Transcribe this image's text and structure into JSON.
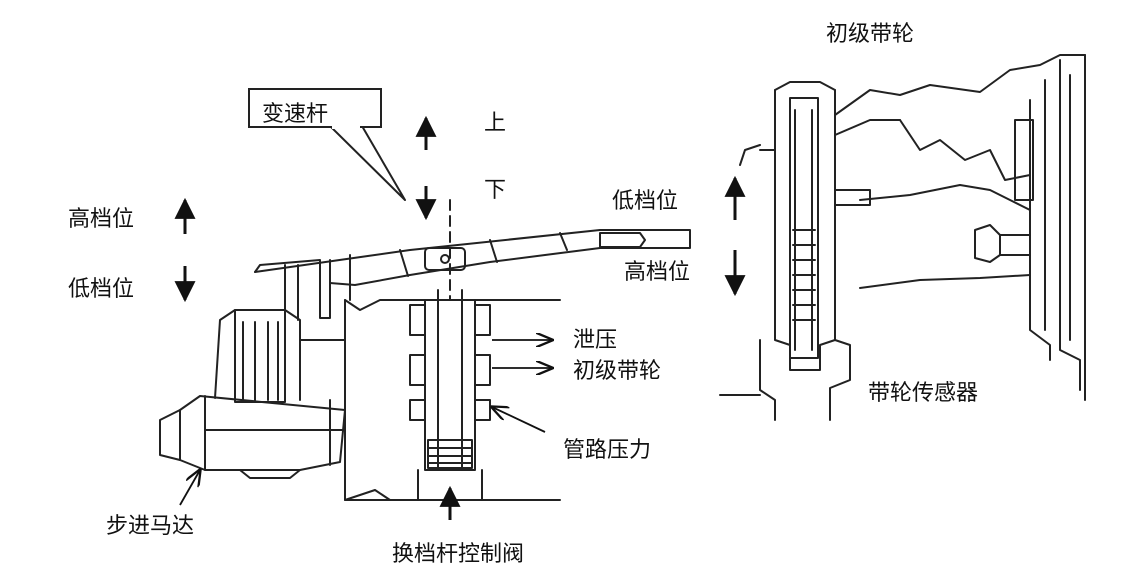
{
  "labels": {
    "shift_lever": "变速杆",
    "up": "上",
    "down": "下",
    "high_gear_left": "高档位",
    "low_gear_left": "低档位",
    "low_gear_right": "低档位",
    "high_gear_right": "高档位",
    "primary_pulley_top": "初级带轮",
    "pressure_release": "泄压",
    "primary_pulley_mid": "初级带轮",
    "line_pressure": "管路压力",
    "stepper_motor": "步进马达",
    "shift_control_valve": "换档杆控制阀",
    "pulley_sensor": "带轮传感器"
  },
  "colors": {
    "ink": "#222222",
    "background": "#ffffff"
  }
}
